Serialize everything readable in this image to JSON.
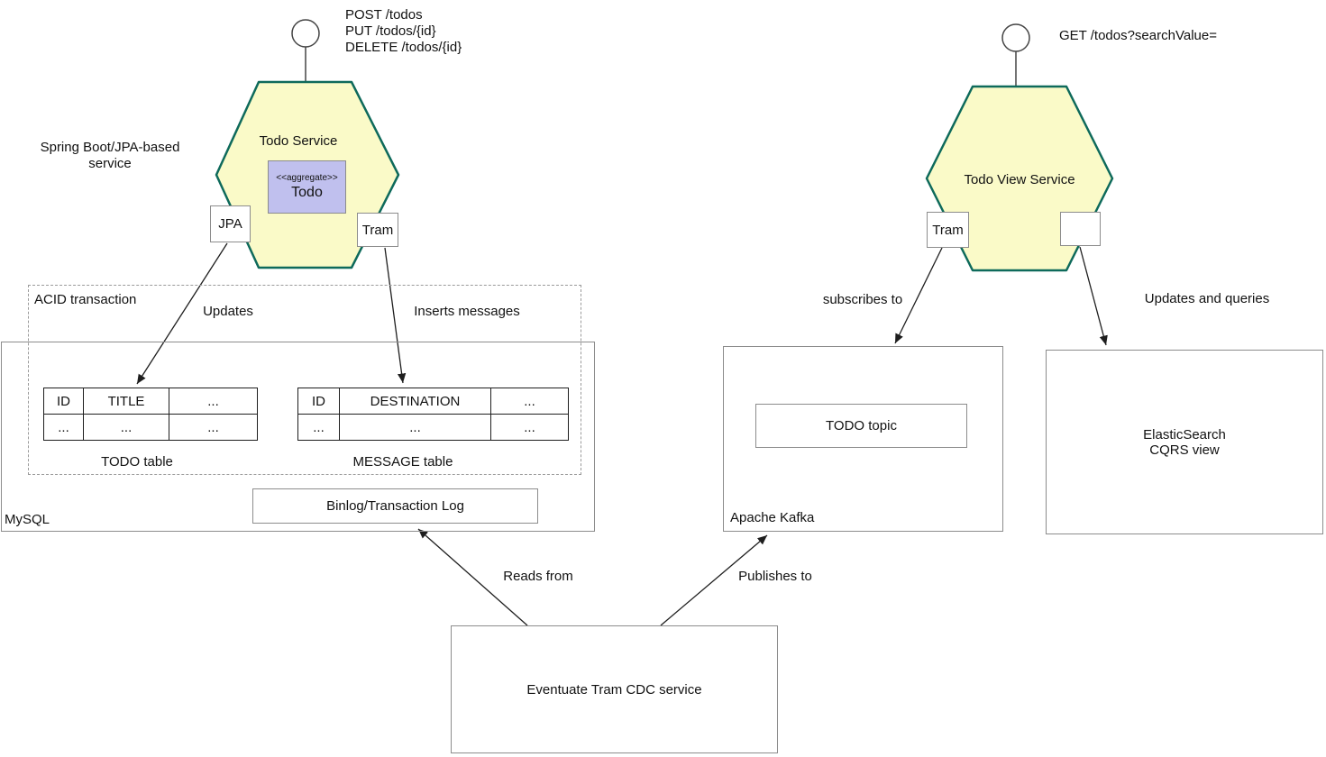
{
  "colors": {
    "hexagon_fill": "#fafac8",
    "hexagon_border": "#0e6a5b",
    "aggregate_fill": "#c0c0ee",
    "box_border": "#8c8c8c",
    "table_border": "#1e1e1e",
    "line": "#222222"
  },
  "todo_service": {
    "title": "Todo Service",
    "aggregate_stereotype": "<<aggregate>>",
    "aggregate_name": "Todo",
    "port_left": "JPA",
    "port_right": "Tram",
    "api_lines": [
      "POST /todos",
      "PUT /todos/{id}",
      "DELETE /todos/{id}"
    ],
    "caption_lines": [
      "Spring Boot/JPA-based",
      "service"
    ]
  },
  "todo_view_service": {
    "title": "Todo View Service",
    "port_left": "Tram",
    "port_right": "",
    "api": "GET /todos?searchValue="
  },
  "acid": {
    "label": "ACID transaction"
  },
  "mysql": {
    "label": "MySQL",
    "binlog_label": "Binlog/Transaction Log",
    "todo_table": {
      "caption": "TODO table",
      "headers": [
        "ID",
        "TITLE",
        "..."
      ],
      "rows": [
        [
          "...",
          "...",
          "..."
        ]
      ]
    },
    "message_table": {
      "caption": "MESSAGE table",
      "headers": [
        "ID",
        "DESTINATION",
        "..."
      ],
      "rows": [
        [
          "...",
          "...",
          "..."
        ]
      ]
    }
  },
  "kafka": {
    "label": "Apache Kafka",
    "topic": "TODO topic"
  },
  "elasticsearch": {
    "lines": [
      "ElasticSearch",
      "CQRS view"
    ]
  },
  "cdc": {
    "label": "Eventuate Tram CDC service"
  },
  "edges": {
    "updates": "Updates",
    "inserts": "Inserts messages",
    "reads_from": "Reads from",
    "publishes_to": "Publishes to",
    "subscribes_to": "subscribes to",
    "updates_queries": "Updates and queries"
  }
}
